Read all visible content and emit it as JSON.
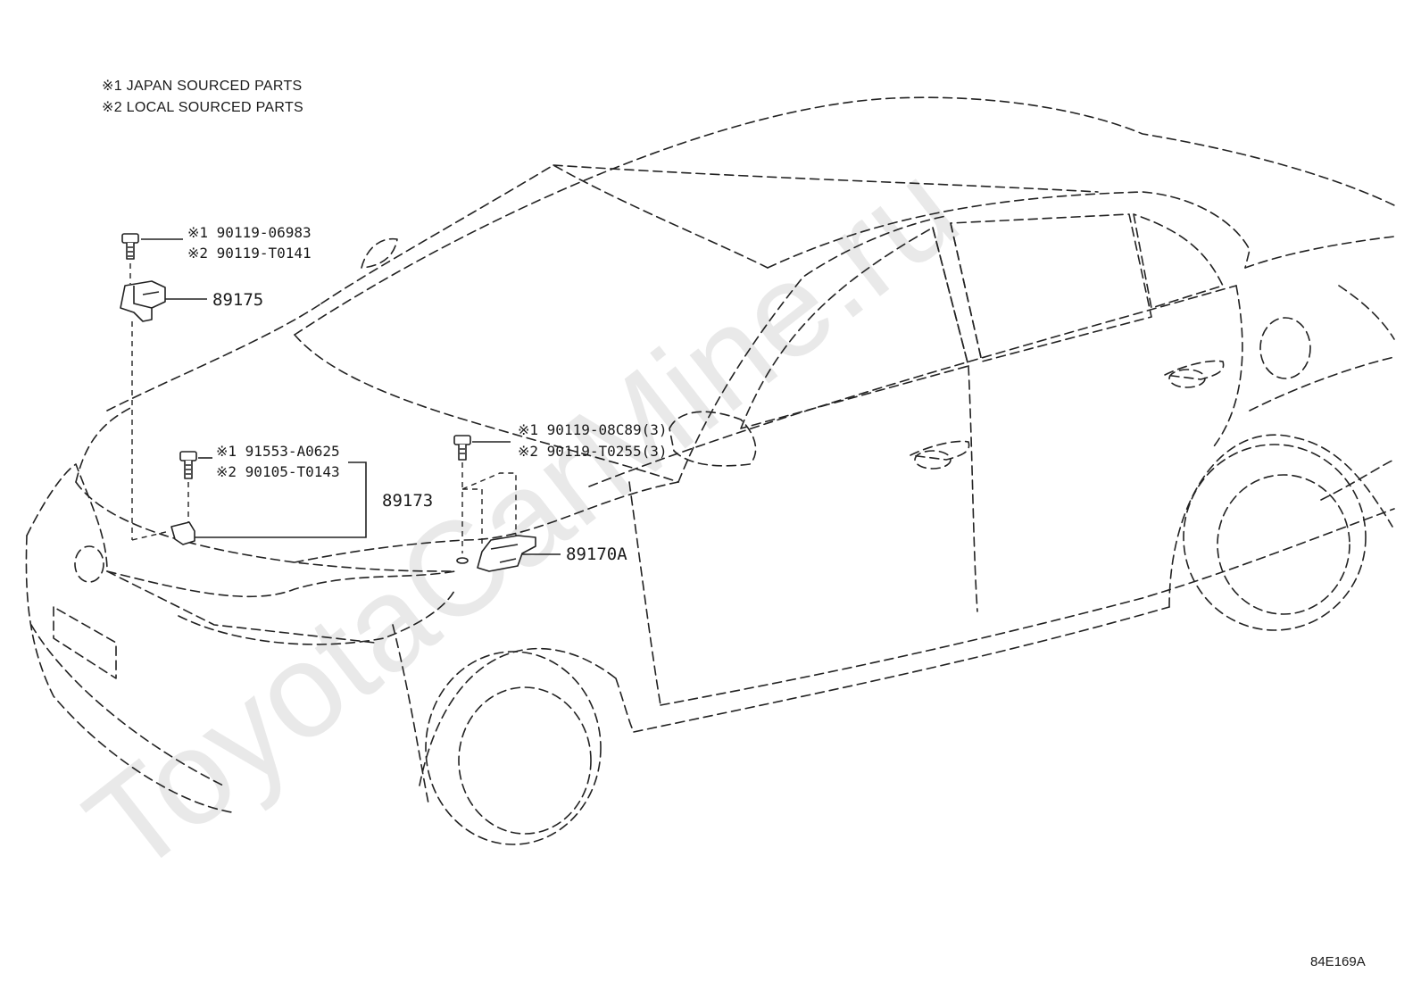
{
  "notes": [
    "※1 JAPAN SOURCED PARTS",
    "※2 LOCAL SOURCED PARTS"
  ],
  "callouts": {
    "bolt_89175": [
      "※1 90119-06983",
      "※2 90119-T0141"
    ],
    "part_89175": "89175",
    "bolt_89173": [
      "※1 91553-A0625",
      "※2 90105-T0143"
    ],
    "part_89173": "89173",
    "bolt_89170a": [
      "※1 90119-08C89(3)",
      "※2 90119-T0255(3)"
    ],
    "part_89170a": "89170A"
  },
  "illustration_code": "84E169A",
  "watermark": "ToyotaCarMine.ru"
}
